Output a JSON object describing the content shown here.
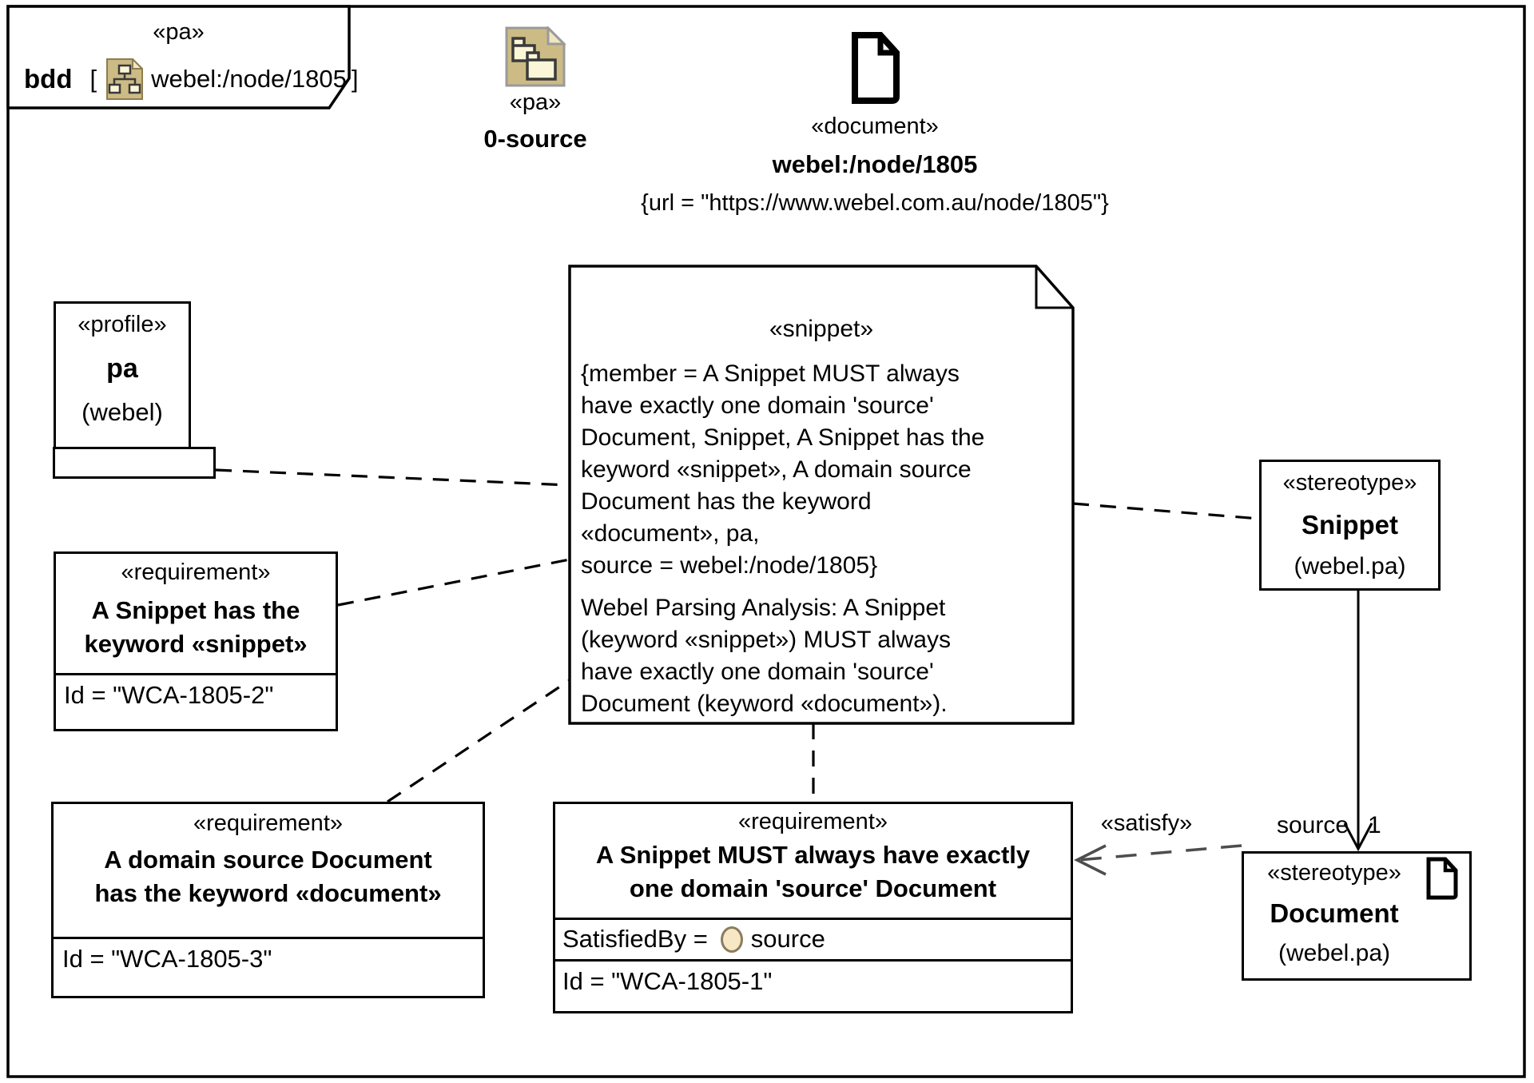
{
  "frame": {
    "stereotype": "«pa»",
    "kind": "bdd",
    "open_bracket": "[",
    "name": "webel:/node/1805",
    "close_bracket": "]"
  },
  "package": {
    "stereotype": "«pa»",
    "name": "0-source"
  },
  "document_node": {
    "stereotype": "«document»",
    "name": "webel:/node/1805",
    "constraint": "{url = \"https://www.webel.com.au/node/1805\"}"
  },
  "profile": {
    "stereotype": "«profile»",
    "name": "pa",
    "namespace": "(webel)"
  },
  "snippet_note": {
    "stereotype": "«snippet»",
    "member_lines": [
      "{member = A Snippet MUST always",
      "have exactly one domain 'source'",
      "Document, Snippet, A Snippet has the",
      "keyword «snippet», A domain source",
      "Document has the keyword",
      "«document», pa,",
      "source = webel:/node/1805}"
    ],
    "body_lines": [
      "Webel Parsing Analysis: A Snippet",
      "(keyword «snippet») MUST always",
      "have exactly one domain 'source'",
      "Document (keyword «document»)."
    ]
  },
  "requirements": [
    {
      "stereotype": "«requirement»",
      "name_lines": [
        "A Snippet has the",
        "keyword «snippet»"
      ],
      "id": "Id = \"WCA-1805-2\""
    },
    {
      "stereotype": "«requirement»",
      "name_lines": [
        "A domain source Document",
        "has the keyword «document»"
      ],
      "id": "Id = \"WCA-1805-3\""
    },
    {
      "stereotype": "«requirement»",
      "name_lines": [
        "A Snippet MUST always have exactly",
        "one domain 'source' Document"
      ],
      "satisfied_by": {
        "label": "SatisfiedBy = ",
        "value": "source"
      },
      "id": "Id = \"WCA-1805-1\""
    }
  ],
  "stereotypes": [
    {
      "keyword": "«stereotype»",
      "name": "Snippet",
      "namespace": "(webel.pa)"
    },
    {
      "keyword": "«stereotype»",
      "name": "Document",
      "namespace": "(webel.pa)"
    }
  ],
  "edge_labels": {
    "satisfy": "«satisfy»",
    "source": "source",
    "multiplicity": "1"
  },
  "colors": {
    "line": "#000000",
    "satisfy_line": "#4d4d4d",
    "icon_tan": "#cdbb85",
    "icon_cream": "#fcf6d8",
    "icon_border": "#6b5f35",
    "ellipse_fill": "#f7e7c5"
  }
}
